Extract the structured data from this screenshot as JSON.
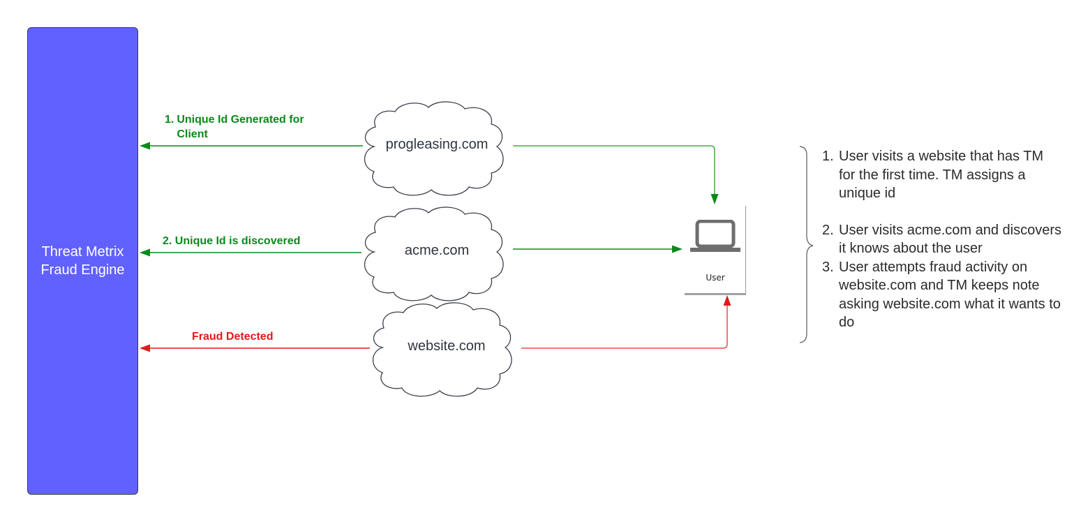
{
  "colors": {
    "engine_fill": "#6161ff",
    "success_green": "#0a8a1a",
    "alert_red": "#e01b1b",
    "cloud_text": "#2e3440",
    "device_gray": "#6e6e6e"
  },
  "engine": {
    "label": "Threat Metrix\nFraud Engine"
  },
  "edges": {
    "step1": {
      "number": "1.",
      "line1": "Unique Id Generated for",
      "line2": "Client"
    },
    "step2": {
      "label": "2. Unique Id is discovered"
    },
    "fraud": {
      "label": "Fraud Detected"
    }
  },
  "clouds": [
    {
      "label": "progleasing.com"
    },
    {
      "label": "acme.com"
    },
    {
      "label": "website.com"
    }
  ],
  "device": {
    "icon": "laptop-icon",
    "label": "User"
  },
  "notes": {
    "items": [
      {
        "number": "1.",
        "text": "User visits a website that has TM for the first time. TM assigns a unique id"
      },
      {
        "number": "2.",
        "text": "User visits acme.com and discovers it knows about the user"
      },
      {
        "number": "3.",
        "text": "User attempts fraud activity on website.com and TM keeps note asking website.com what it wants to do"
      }
    ]
  }
}
